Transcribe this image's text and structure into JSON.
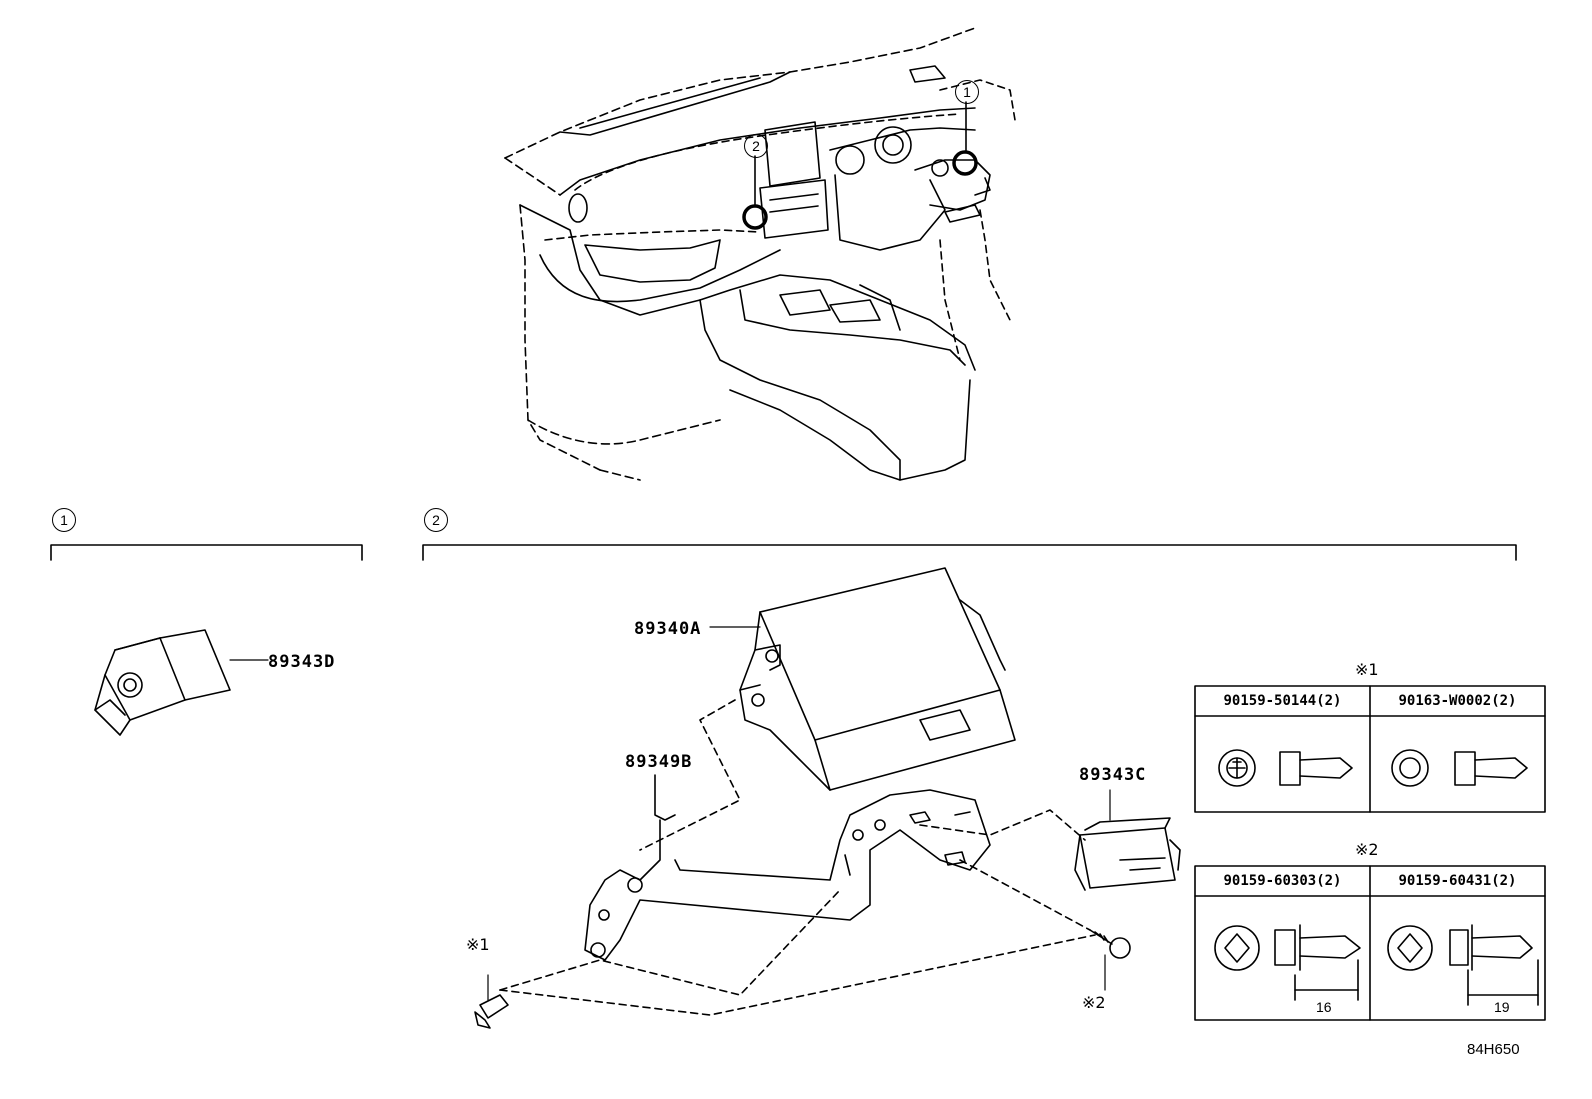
{
  "callouts": {
    "one": "1",
    "two": "2"
  },
  "parts": {
    "p89343D": "89343D",
    "p89340A": "89340A",
    "p89349B": "89349B",
    "p89343C": "89343C"
  },
  "fastener_groups": {
    "group1_mark": "※1",
    "group2_mark": "※2",
    "group1": [
      "90159-50144(2)",
      "90163-W0002(2)"
    ],
    "group2": [
      "90159-60303(2)",
      "90159-60431(2)"
    ],
    "dim_16": "16",
    "dim_19": "19"
  },
  "markers": {
    "m1": "※1",
    "m2": "※2"
  },
  "figure_code": "84H650"
}
